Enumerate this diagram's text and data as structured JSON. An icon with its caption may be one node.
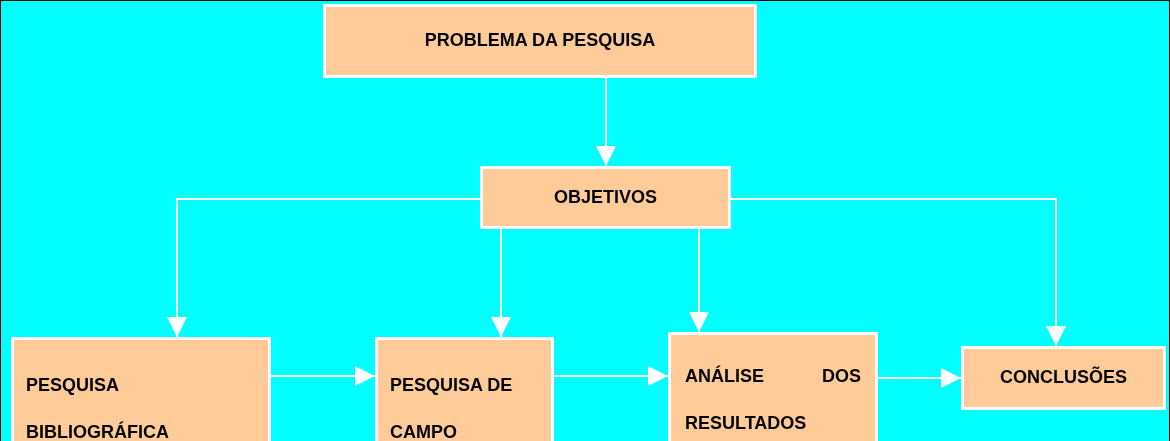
{
  "diagram": {
    "nodes": [
      {
        "text": [
          "PROBLEMA DA PESQUISA"
        ]
      },
      {
        "text": [
          "OBJETIVOS"
        ]
      },
      {
        "text": [
          "PESQUISA BIBLIOGRÁFICA"
        ]
      },
      {
        "text": [
          "PESQUISA DE CAMPO"
        ]
      },
      {
        "text": [
          "ANÁLISE DOS RESULTADOS"
        ]
      },
      {
        "text": [
          "CONCLUSÕES"
        ]
      }
    ],
    "edges": [
      {
        "from": 0,
        "to": 1,
        "arrow": "to"
      },
      {
        "from": 1,
        "to": 2,
        "arrow": "to"
      },
      {
        "from": 1,
        "to": 3,
        "arrow": "to"
      },
      {
        "from": 1,
        "to": 4,
        "arrow": "to"
      },
      {
        "from": 1,
        "to": 5,
        "arrow": "to"
      },
      {
        "from": 2,
        "to": 3,
        "arrow": "to"
      },
      {
        "from": 3,
        "to": 4,
        "arrow": "to"
      },
      {
        "from": 4,
        "to": 5,
        "arrow": "to"
      }
    ]
  }
}
